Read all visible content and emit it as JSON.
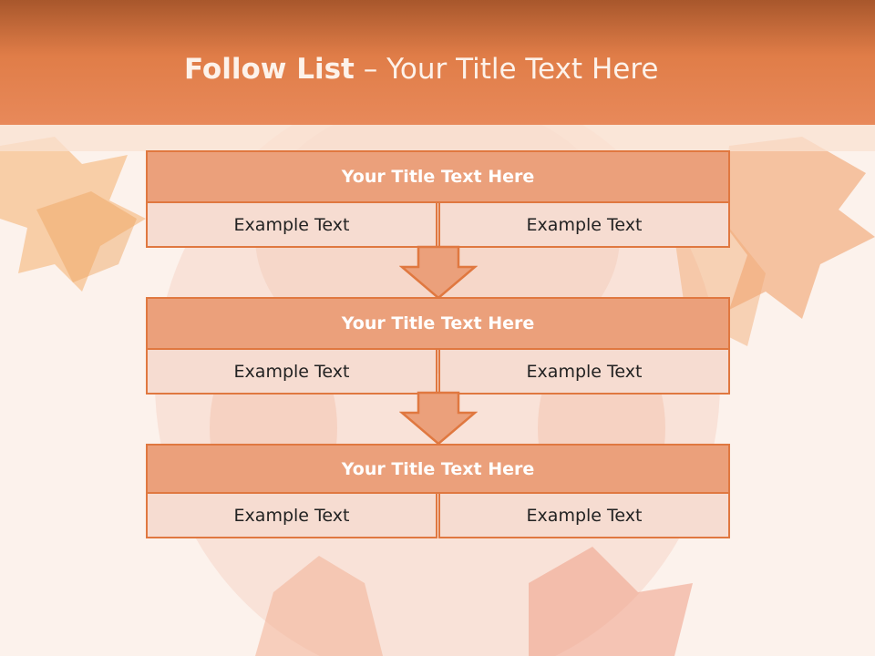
{
  "slide": {
    "title_bold": "Follow List",
    "title_rest": " – Your Title Text Here"
  },
  "steps": [
    {
      "title": "Your Title Text Here",
      "left": "Example Text",
      "right": "Example Text"
    },
    {
      "title": "Your Title Text Here",
      "left": "Example Text",
      "right": "Example Text"
    },
    {
      "title": "Your Title Text Here",
      "left": "Example Text",
      "right": "Example Text"
    }
  ],
  "colors": {
    "accent": "#e07840",
    "header_fill": "#eba07b",
    "cell_fill": "#f6dcd1"
  }
}
